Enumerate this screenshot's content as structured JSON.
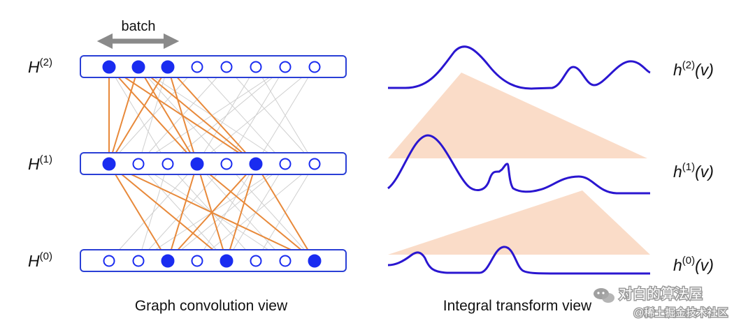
{
  "graph": {
    "batch_label": "batch",
    "caption": "Graph convolution view",
    "layers": [
      {
        "name": "H",
        "sup": "(2)",
        "filled": [
          0,
          1,
          2
        ]
      },
      {
        "name": "H",
        "sup": "(1)",
        "filled": [
          0,
          3,
          5
        ]
      },
      {
        "name": "H",
        "sup": "(0)",
        "filled": [
          2,
          4,
          7
        ]
      }
    ],
    "nodes_per_layer": 8
  },
  "integral": {
    "caption": "Integral transform view",
    "functions": [
      {
        "name": "h",
        "sup": "(2)",
        "arg": "(v)"
      },
      {
        "name": "h",
        "sup": "(1)",
        "arg": "(v)"
      },
      {
        "name": "h",
        "sup": "(0)",
        "arg": "(v)"
      }
    ]
  },
  "colors": {
    "node": "#1a2cf0",
    "rail": "#2a3fd6",
    "orange_edge": "#e8893a",
    "gray_edge": "#cfcfcf",
    "curve": "#2a16d0",
    "triangle": "#fadcc8"
  },
  "watermark": {
    "line1": "对白的算法屋",
    "line2": "@稀土掘金技术社区",
    "icon": "wechat-icon"
  }
}
